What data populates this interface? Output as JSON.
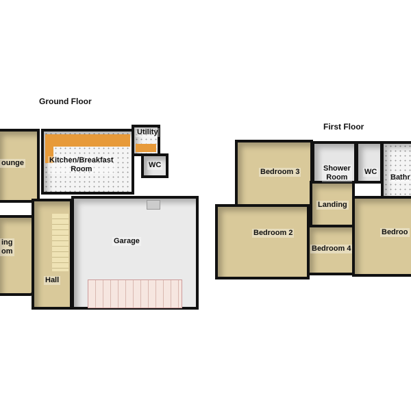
{
  "ground_floor": {
    "title": "Ground Floor",
    "rooms": {
      "lounge": "ounge",
      "dining": "ing\nom",
      "kitchen": "Kitchen/Breakfast\nRoom",
      "utility": "Utility",
      "wc": "WC",
      "garage": "Garage",
      "hall": "Hall"
    }
  },
  "first_floor": {
    "title": "First Floor",
    "rooms": {
      "bedroom3": "Bedroom 3",
      "shower": "Shower\nRoom",
      "wc": "WC",
      "bathroom": "Bathr",
      "landing": "Landing",
      "bedroom2": "Bedroom 2",
      "bedroom4": "Bedroom 4",
      "bedroom1": "Bedroo"
    }
  },
  "colors": {
    "carpet": "#d9c99a",
    "counter": "#e79a3a",
    "wall": "#111111"
  }
}
